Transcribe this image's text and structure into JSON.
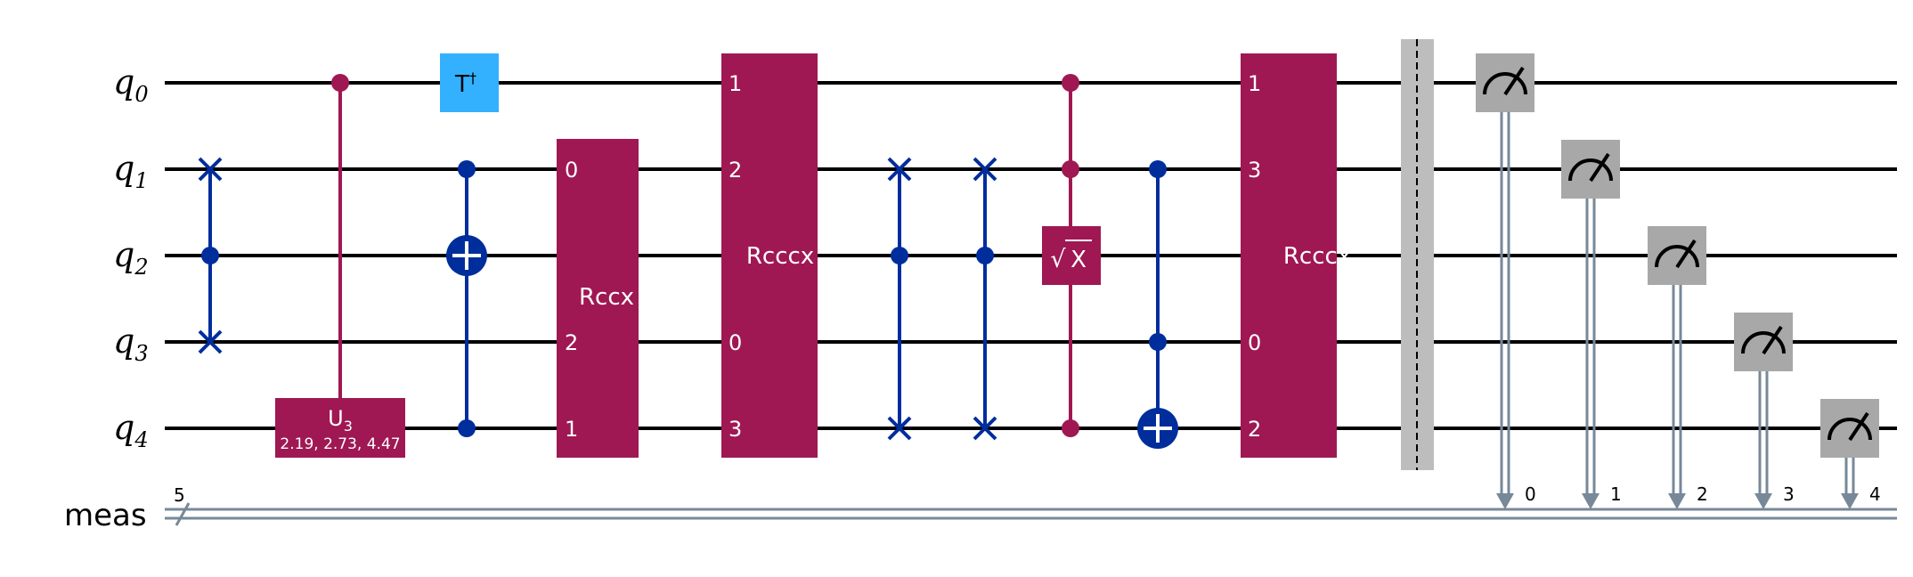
{
  "circuit": {
    "qubits": [
      {
        "letter": "q",
        "index": "0"
      },
      {
        "letter": "q",
        "index": "1"
      },
      {
        "letter": "q",
        "index": "2"
      },
      {
        "letter": "q",
        "index": "3"
      },
      {
        "letter": "q",
        "index": "4"
      }
    ],
    "classical_register": {
      "label": "meas",
      "width": "5"
    },
    "gates": {
      "t_dagger": {
        "label": "T",
        "sup": "†"
      },
      "u3": {
        "label": "U",
        "sub": "3",
        "params": "2.19, 2.73, 4.47"
      },
      "rccx": {
        "label": "Rccx",
        "pins": [
          "0",
          "",
          "2",
          "1"
        ]
      },
      "rcccx_a": {
        "label": "Rcccx",
        "pins": [
          "1",
          "2",
          "",
          "0",
          "3"
        ]
      },
      "sx": {
        "label": "X",
        "radical": "√"
      },
      "rcccx_b": {
        "label": "Rcccx",
        "pins": [
          "1",
          "3",
          "",
          "0",
          "2"
        ]
      }
    },
    "measure_bits": [
      "0",
      "1",
      "2",
      "3",
      "4"
    ]
  },
  "colors": {
    "wire": "#000000",
    "creg": "#778899",
    "blue": "#002d9c",
    "magenta": "#9f1853",
    "cyan": "#33b1ff",
    "measure": "#a8a8a8",
    "barrier": "#bdbdbd"
  }
}
